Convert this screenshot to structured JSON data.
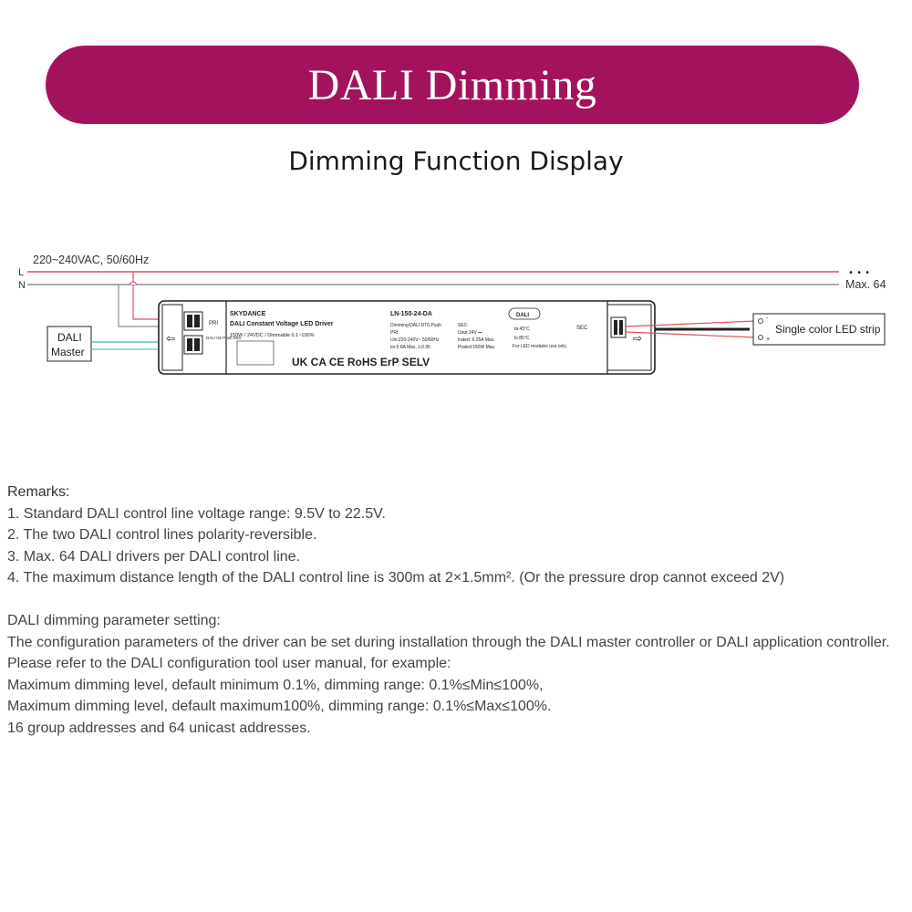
{
  "header": {
    "title": "DALI Dimming",
    "subtitle": "Dimming Function Display"
  },
  "colors": {
    "banner": "#a3135d",
    "phase_line": "#e0505a",
    "neutral_line": "#8a8f96",
    "dali_line_1": "#3fb3d6",
    "dali_line_2": "#5ccfa0"
  },
  "diagram": {
    "supply_label": "220~240VAC, 50/60Hz",
    "line_L": "L",
    "line_N": "N",
    "max_label": "Max. 64",
    "ellipsis": "• • •",
    "dali_master_line1": "DALI",
    "dali_master_line2": "Master",
    "led_strip_label": "Single color LED strip",
    "strip_plus": "+",
    "strip_minus": "-",
    "driver": {
      "brand": "SKYDANCE",
      "name": "DALI Constant Voltage LED Driver",
      "spec": "150W / 24VDC / Dimmable 0.1~100%",
      "model": "LN-150-24-DA",
      "dimming": "Dimming:DALI DT6,Push",
      "pri": "PRI:",
      "uin": "Uin:220-240V~ 50/60Hz",
      "iin": "Iin:0.8A Max.  λ:0.95",
      "sec": "SEC:",
      "uout": "Uout:24V ⎓",
      "irated": "Irated: 6.25A Max.",
      "prated": "Prated:150W Max.",
      "ta": "ta:45°C",
      "tc": "tc:85°C",
      "led_note": "For LED modules use only.",
      "dali_logo": "DALI",
      "pri_port": "PRI",
      "sec_port": "SEC",
      "dali_port": "DALI IN/ Push DIM",
      "marks": "UK CA  CE  RoHS ErP SELV"
    }
  },
  "remarks": {
    "heading": "Remarks:",
    "items": [
      "1. Standard DALI control line voltage range: 9.5V to 22.5V.",
      "2. The two DALI control lines polarity-reversible.",
      "3. Max. 64 DALI drivers per DALI control line.",
      "4. The maximum distance length of the DALI control line is 300m at 2×1.5mm². (Or the pressure drop cannot exceed 2V)"
    ]
  },
  "dali_setting": {
    "heading": "DALI dimming parameter setting:",
    "lines": [
      "The configuration parameters of the driver can be set during installation through the DALI master controller or DALI application controller.",
      "Please refer to the DALI configuration tool user manual, for example:",
      "Maximum dimming level, default minimum 0.1%, dimming range: 0.1%≤Min≤100%,",
      "Maximum dimming level, default maximum100%, dimming range: 0.1%≤Max≤100%.",
      "16 group addresses and 64 unicast addresses."
    ]
  }
}
